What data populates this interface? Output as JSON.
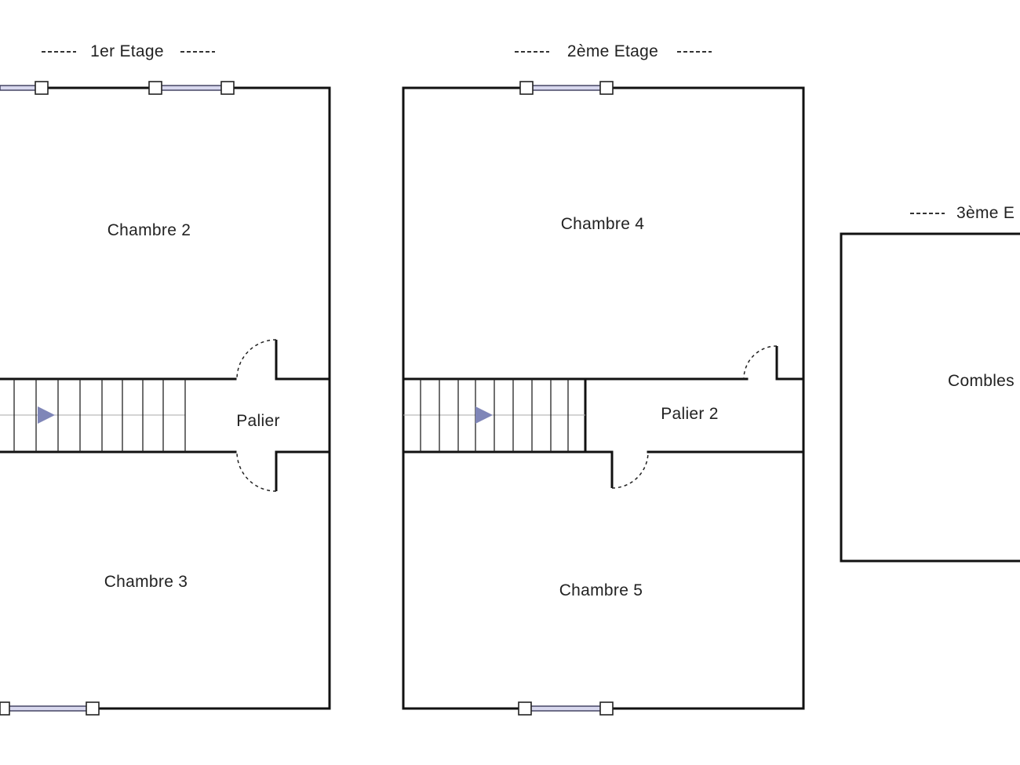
{
  "floors": [
    {
      "title": "1er Etage",
      "rooms": {
        "top": "Chambre 2",
        "landing": "Palier",
        "bottom": "Chambre 3"
      }
    },
    {
      "title": "2ème Etage",
      "rooms": {
        "top": "Chambre 4",
        "landing": "Palier 2",
        "bottom": "Chambre 5"
      }
    },
    {
      "title": "3ème E",
      "rooms": {
        "main": "Combles"
      }
    }
  ],
  "colors": {
    "wall": "#111111",
    "stair_arrow": "#7f86b8",
    "window_glass": "#d8d8ee"
  },
  "icons": {
    "stair_direction": "arrow-right-triangle"
  }
}
